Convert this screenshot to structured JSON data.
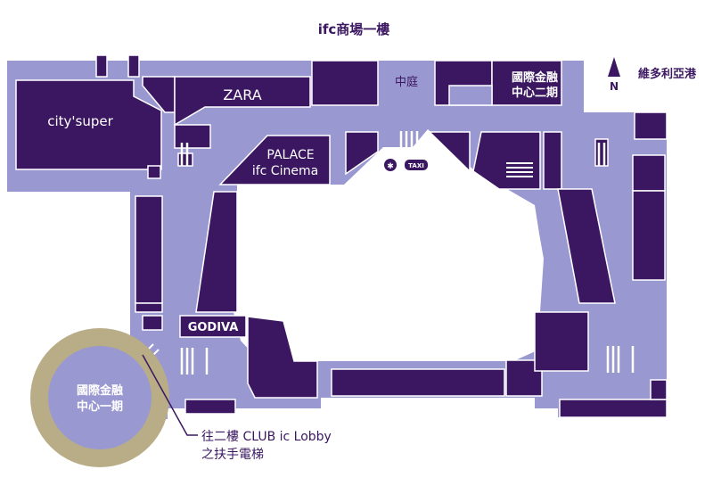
{
  "title": "ifc商場一樓",
  "compass": {
    "legend": "維多利亞港",
    "north": "N"
  },
  "stores": {
    "city_super": "city'super",
    "zara": "ZARA",
    "palace_line1": "PALACE",
    "palace_line2": "ifc Cinema",
    "central_court": "中庭",
    "ifc2_line1": "國際金融",
    "ifc2_line2": "中心二期",
    "godiva": "GODIVA",
    "ifc1_line1": "國際金融",
    "ifc1_line2": "中心一期"
  },
  "taxi": "TAXI",
  "note_line1": "往二樓 CLUB ic Lobby",
  "note_line2": "之扶手電梯",
  "colors": {
    "floor": "#9a98d0",
    "store": "#3a1760",
    "outline": "#ffffff",
    "ifc1_outer": "#b8ad86",
    "ifc1_inner": "#9a98d0"
  }
}
